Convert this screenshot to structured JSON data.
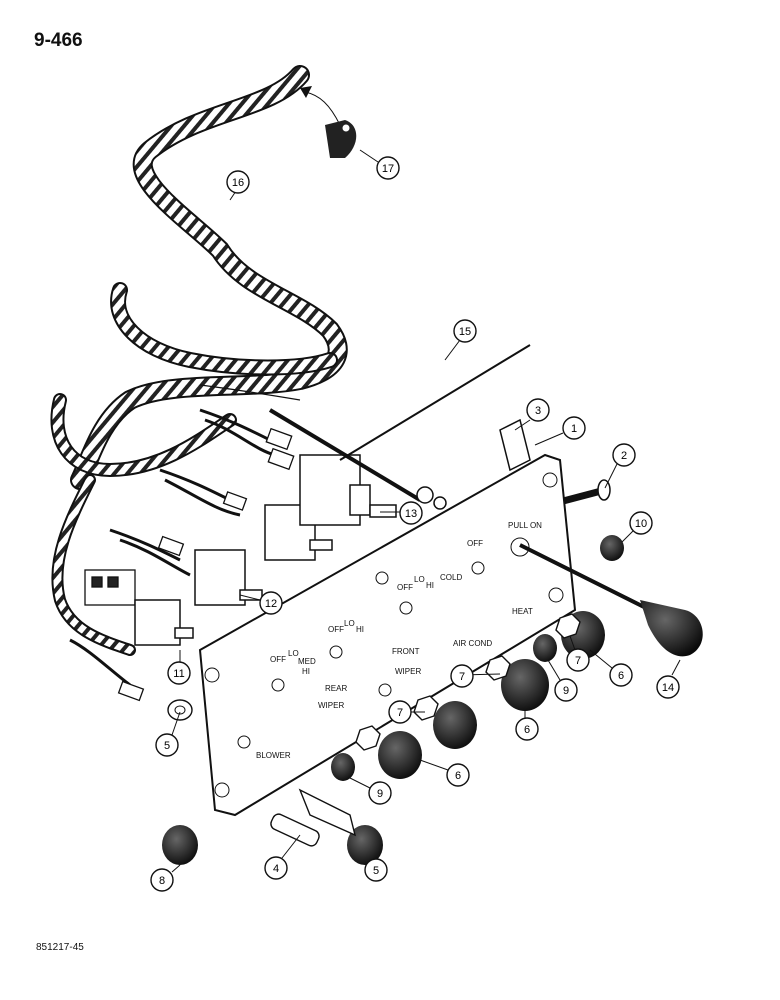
{
  "page_number": "9-466",
  "footer_code": "851217-45",
  "panel_labels": {
    "off_1": "OFF",
    "lo_1": "LO",
    "med_1": "MED",
    "hi_1": "HI",
    "off_2": "OFF",
    "lo_2": "LO",
    "hi_2": "HI",
    "off_3": "OFF",
    "lo_3": "LO",
    "hi_3": "HI",
    "off_4": "OFF",
    "cold": "COLD",
    "heat": "HEAT",
    "pull_on": "PULL ON",
    "rear": "REAR",
    "wiper_1": "WIPER",
    "front": "FRONT",
    "wiper_2": "WIPER",
    "air_cond": "AIR COND",
    "blower": "BLOWER"
  },
  "callouts": {
    "c1": "1",
    "c2": "2",
    "c3": "3",
    "c4": "4",
    "c5a": "5",
    "c5b": "5",
    "c6a": "6",
    "c6b": "6",
    "c6c": "6",
    "c7a": "7",
    "c7b": "7",
    "c7c": "7",
    "c8": "8",
    "c9a": "9",
    "c9b": "9",
    "c10": "10",
    "c11": "11",
    "c12": "12",
    "c13": "13",
    "c14": "14",
    "c15": "15",
    "c16": "16",
    "c17": "17"
  }
}
